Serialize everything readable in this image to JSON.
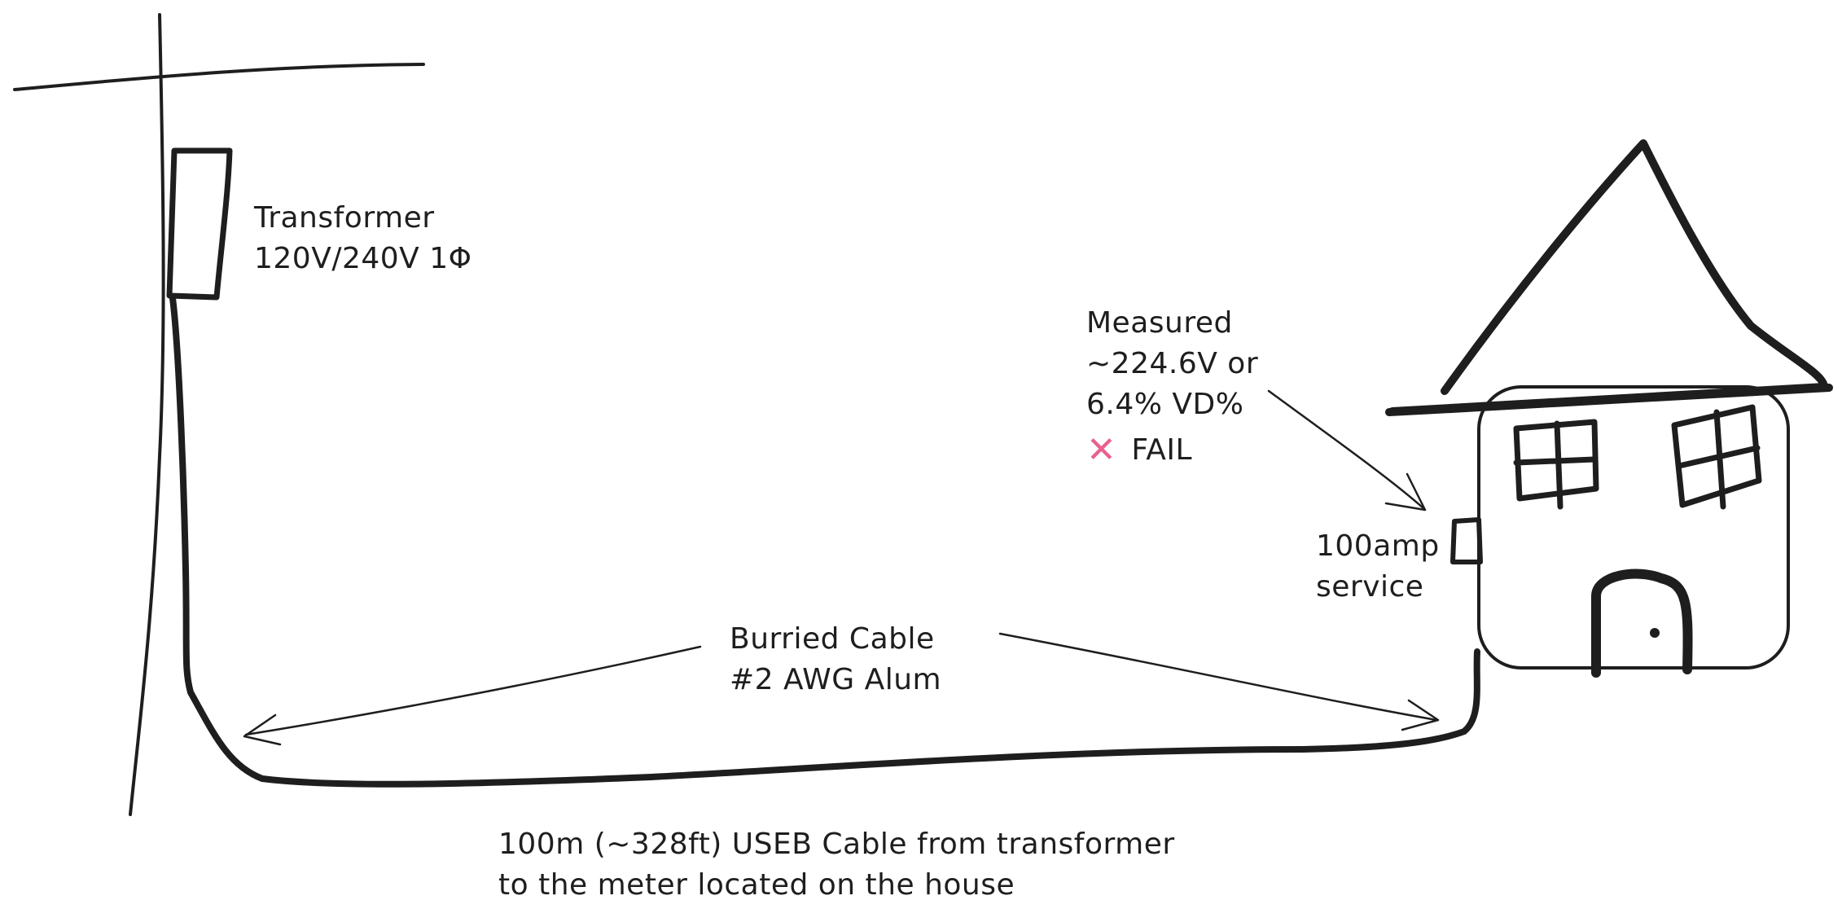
{
  "transformer": {
    "line1": "Transformer",
    "line2": "120V/240V 1Φ"
  },
  "measured": {
    "line1": "Measured",
    "line2": "~224.6V or",
    "line3": "6.4% VD%",
    "status_icon": "cross-mark-icon",
    "status_text": "FAIL",
    "status_color": "#e8618c"
  },
  "service": {
    "line1": "100amp",
    "line2": "service"
  },
  "cable": {
    "line1": "Burried Cable",
    "line2": "#2 AWG Alum"
  },
  "caption": {
    "line1": "100m (~328ft) USEB Cable from transformer",
    "line2": "to the meter located on the house"
  },
  "colors": {
    "stroke": "#1e1e1e",
    "background": "#ffffff"
  }
}
